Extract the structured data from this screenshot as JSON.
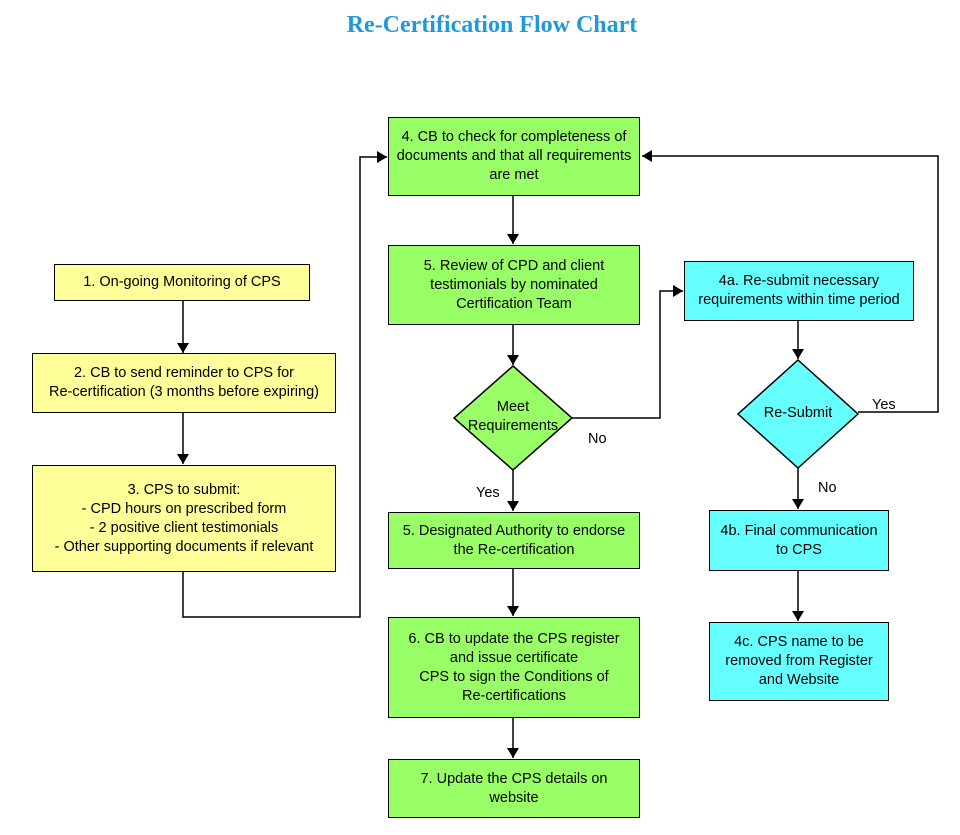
{
  "title": "Re-Certification Flow Chart",
  "steps": {
    "s1": "1. On-going Monitoring of CPS",
    "s2": "2. CB to send reminder to CPS for\nRe-certification (3 months before expiring)",
    "s3": "3. CPS to submit:\n- CPD hours on prescribed form\n- 2 positive client testimonials\n- Other supporting documents if relevant",
    "s4": "4. CB to check for completeness of\ndocuments and that all requirements\nare met",
    "s5a": "5. Review of CPD and client\ntestimonials by nominated\nCertification Team",
    "s5b": "5. Designated Authority to endorse\nthe Re-certification",
    "s6": "6. CB to update the CPS register\nand issue certificate\nCPS to sign the Conditions of\nRe-certifications",
    "s7": "7. Update the CPS details on website",
    "s4a": "4a. Re-submit necessary\nrequirements within time period",
    "s4b": "4b. Final communication\nto CPS",
    "s4c": "4c. CPS name to be\nremoved from Register\nand Website"
  },
  "decisions": {
    "meet": "Meet\nRequirements",
    "resubmit": "Re-Submit"
  },
  "labels": {
    "meet_no": "No",
    "meet_yes": "Yes",
    "resubmit_yes": "Yes",
    "resubmit_no": "No"
  },
  "colors": {
    "yellow": "#ffff99",
    "green": "#99ff66",
    "cyan": "#66ffff"
  }
}
